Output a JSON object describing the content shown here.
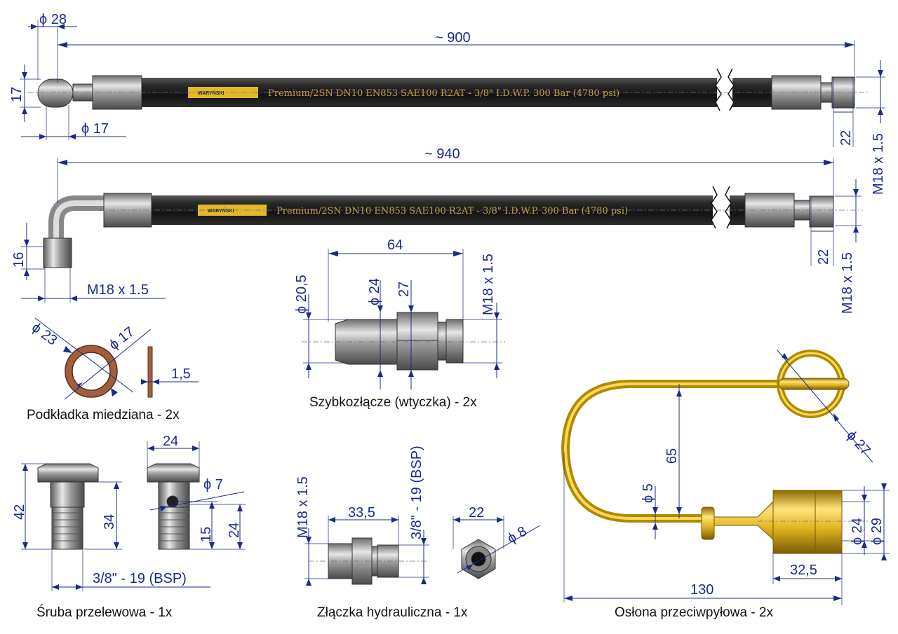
{
  "hose1": {
    "length": "~ 900",
    "eye_outer_dia": "28",
    "eye_height": "17",
    "eye_inner_dia": "17",
    "nut_size": "22",
    "thread": "M18 x 1.5",
    "print_text": "Premium/2SN DN10  EN853 SAE100 R2AT - 3/8\" I.D.W.P. 300 Bar (4780 psi)",
    "brand": "WARYŃSKI"
  },
  "hose2": {
    "length": "~ 940",
    "elbow_height": "16",
    "elbow_thread": "M18 x 1.5",
    "nut_size": "22",
    "thread": "M18 x 1.5",
    "print_text": "Premium/2SN DN10  EN853 SAE100 R2AT - 3/8\" I.D.W.P. 300 Bar (4780 psi)",
    "brand": "WARYŃSKI"
  },
  "washer": {
    "outer_dia": "23",
    "inner_dia": "17",
    "thickness": "1,5",
    "caption": "Podkładka miedziana - 2x"
  },
  "coupler": {
    "length": "64",
    "dia_body": "20,5",
    "dia_24": "24",
    "hex": "27",
    "thread": "M18 x 1.5",
    "caption": "Szybkozłącze (wtyczka) - 2x"
  },
  "banjo_bolt": {
    "height": "42",
    "shank": "34",
    "hex": "24",
    "hole": "7",
    "hole_pos": "15",
    "thread_len": "24",
    "thread": "3/8\" - 19 (BSP)",
    "caption": "Śruba przelewowa - 1x"
  },
  "adapter": {
    "thread_left": "M18 x 1.5",
    "length": "33,5",
    "thread_right": "3/8\" - 19 (BSP)",
    "hex": "22",
    "bore": "8",
    "caption": "Złączka hydrauliczna - 1x"
  },
  "dust_cap": {
    "ring_dia": "27",
    "wire_dia": "5",
    "loop": "65",
    "inner_dia": "24",
    "outer_dia": "29",
    "cap_length": "32,5",
    "total": "130",
    "caption": "Osłona przeciwpyłowa - 2x"
  }
}
